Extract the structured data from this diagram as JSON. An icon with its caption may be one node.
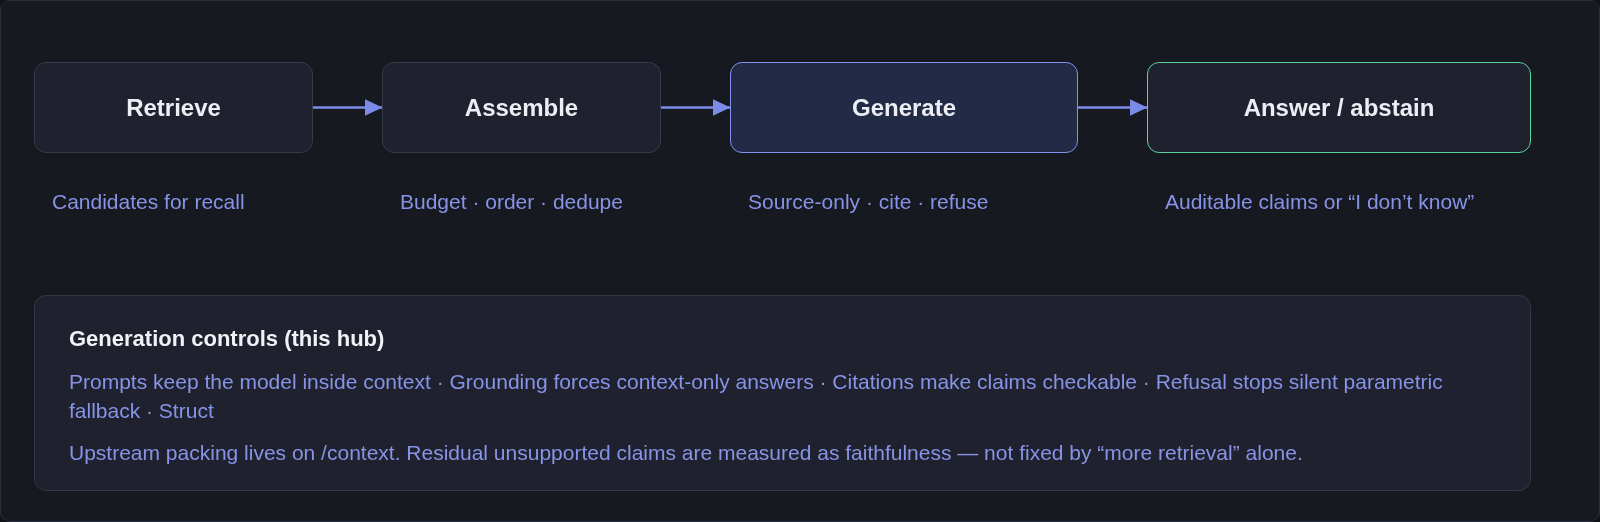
{
  "diagram": {
    "nodes": [
      {
        "text": [
          "Retrieve"
        ],
        "beside": [
          "Candidates for recall"
        ]
      },
      {
        "text": [
          "Assemble"
        ],
        "beside": [
          "Budget · order · dedupe"
        ]
      },
      {
        "text": [
          "Generate"
        ],
        "beside": [
          "Source-only · cite · refuse"
        ]
      },
      {
        "text": [
          "Answer / abstain"
        ],
        "beside": [
          "Auditable claims or “I don’t know”"
        ]
      },
      {
        "text": [
          "Generation controls (this hub)",
          "Prompts keep the model inside context · Grounding forces context-only answers · Citations make claims checkable · Refusal stops silent parametric fallback · Struct",
          "Upstream packing lives on /context. Residual unsupported claims are measured as faithfulness — not fixed by “more retrieval” alone."
        ]
      }
    ],
    "edges": [
      {
        "from": 0,
        "to": 1,
        "arrow": "to"
      },
      {
        "from": 1,
        "to": 2,
        "arrow": "to"
      },
      {
        "from": 2,
        "to": 3,
        "arrow": "to"
      }
    ]
  }
}
